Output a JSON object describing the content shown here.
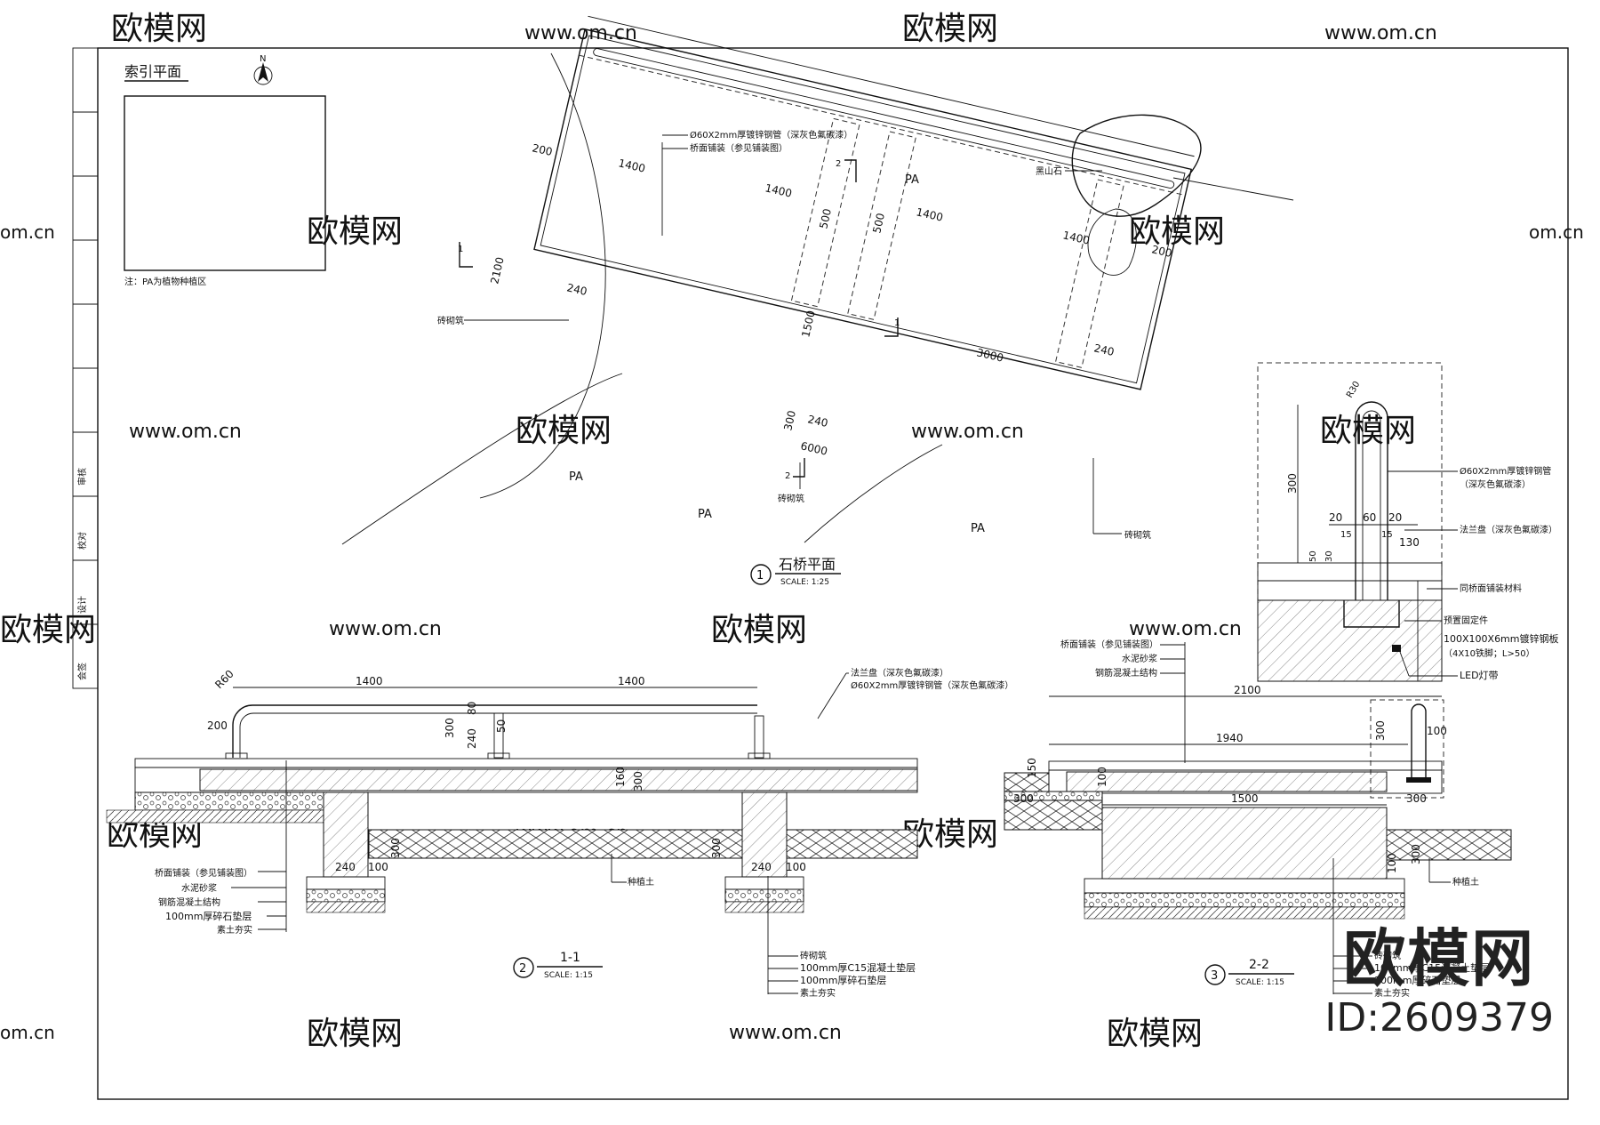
{
  "watermarks": {
    "brand": "欧模网",
    "url": "www.om.cn",
    "url_short": "om.cn"
  },
  "brand_block": {
    "name": "欧模网",
    "id": "ID:2609379"
  },
  "index_plan": {
    "title": "索引平面",
    "note": "注：PA为植物种植区",
    "north": "N"
  },
  "plan": {
    "title": "石桥平面",
    "scale": "SCALE: 1:25",
    "number": "1",
    "dims": [
      "200",
      "1400",
      "1400",
      "1400",
      "1400",
      "200",
      "2100",
      "240",
      "1500",
      "3000",
      "240",
      "300",
      "240",
      "6000",
      "500",
      "500"
    ],
    "labels": {
      "pipe": "Ø60X2mm厚镀锌钢管（深灰色氟碳漆）",
      "paving": "桥面铺装（参见铺装图）",
      "rock": "黑山石",
      "brick_left": "砖砌筑",
      "brick_bottom": "砖砌筑",
      "brick_right": "砖砌筑",
      "pa": "PA",
      "sec1": "1",
      "sec2": "2"
    }
  },
  "section11": {
    "title": "1-1",
    "scale": "SCALE: 1:15",
    "number": "2",
    "dims": [
      "R60",
      "1400",
      "1400",
      "200",
      "300",
      "240",
      "80",
      "50",
      "160",
      "300",
      "240",
      "100",
      "300",
      "240",
      "100",
      "300"
    ],
    "labels_top": [
      "法兰盘（深灰色氟碳漆）",
      "Ø60X2mm厚镀锌钢管（深灰色氟碳漆）"
    ],
    "labels_left": [
      "桥面铺装（参见铺装图）",
      "水泥砂浆",
      "钢筋混凝土结构",
      "100mm厚碎石垫层",
      "素土夯实"
    ],
    "label_soil": "种植土",
    "labels_bottom": [
      "砖砌筑",
      "100mm厚C15混凝土垫层",
      "100mm厚碎石垫层",
      "素土夯实"
    ]
  },
  "section22": {
    "title": "2-2",
    "scale": "SCALE: 1:15",
    "number": "3",
    "dims": [
      "2100",
      "1940",
      "300",
      "100",
      "150",
      "100",
      "300",
      "1500",
      "300",
      "100",
      "300"
    ],
    "labels_top": [
      "桥面铺装（参见铺装图）",
      "水泥砂浆",
      "钢筋混凝土结构"
    ],
    "label_soil": "种植土",
    "labels_bottom": [
      "砖砌筑",
      "100mm厚C15混凝土垫层",
      "100mm厚碎石垫层",
      "素土夯实"
    ]
  },
  "detail": {
    "dims": [
      "R30",
      "300",
      "20",
      "60",
      "20",
      "15",
      "15",
      "130",
      "50",
      "30"
    ],
    "labels": [
      "Ø60X2mm厚镀锌钢管",
      "（深灰色氟碳漆）",
      "法兰盘（深灰色氟碳漆）",
      "同桥面铺装材料",
      "预置固定件",
      "100X100X6mm镀锌钢板",
      "（4X10铁脚；L>50）",
      "LED灯带"
    ]
  },
  "titleblock": [
    "会签",
    "设计",
    "校对",
    "审核"
  ]
}
